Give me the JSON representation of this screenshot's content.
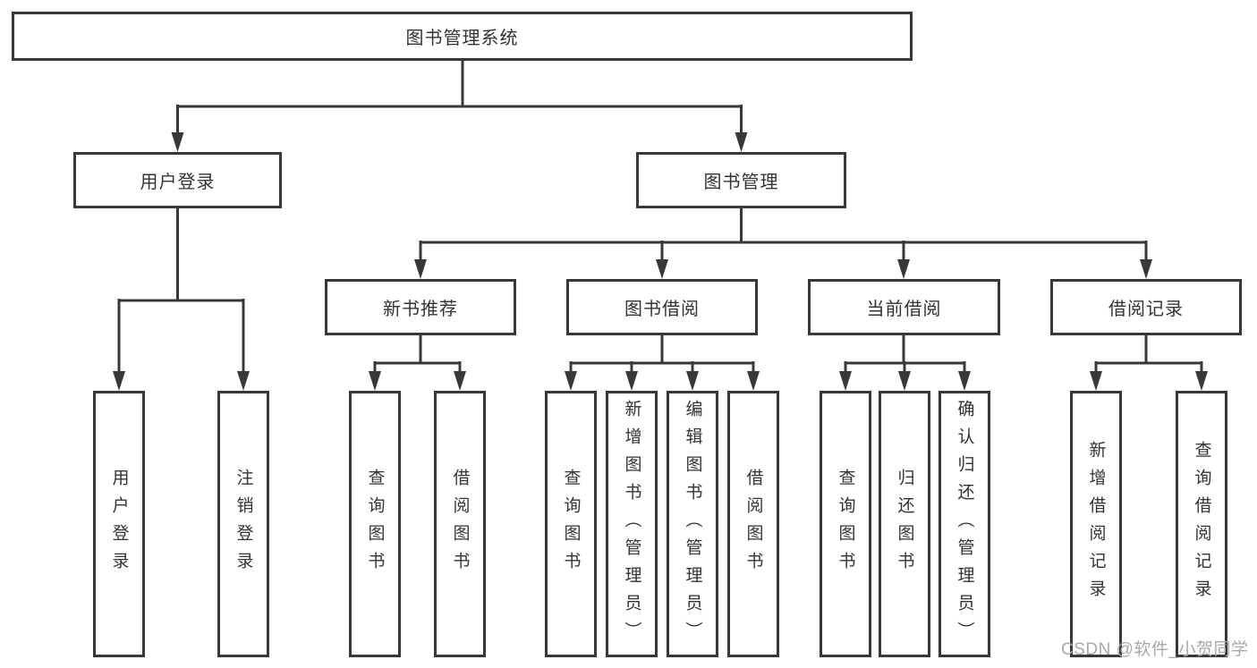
{
  "diagram": {
    "root": {
      "label": "图书管理系统"
    },
    "level2": {
      "user_login": "用户登录",
      "book_management": "图书管理"
    },
    "level3": {
      "new_book_recommend": "新书推荐",
      "book_borrow": "图书借阅",
      "current_borrow": "当前借阅",
      "borrow_records": "借阅记录"
    },
    "leaves": {
      "user_login": "用户登录",
      "logout": "注销登录",
      "recommend_query_book": "查询图书",
      "recommend_borrow_book": "借阅图书",
      "borrow_query_book": "查询图书",
      "borrow_add_book": "新增图书（管理员）",
      "borrow_edit_book": "编辑图书（管理员）",
      "borrow_borrow_book": "借阅图书",
      "current_query_book": "查询图书",
      "current_return_book": "归还图书",
      "current_confirm_return": "确认归还（管理员）",
      "records_add_record": "新增借阅记录",
      "records_query_record": "查询借阅记录"
    },
    "colors": {
      "line": "#383838",
      "box_border": "#383838",
      "text": "#333333",
      "background": "#ffffff",
      "watermark": "#a9a9a9"
    }
  },
  "watermark": {
    "text": "CSDN @软件_小贺同学"
  }
}
